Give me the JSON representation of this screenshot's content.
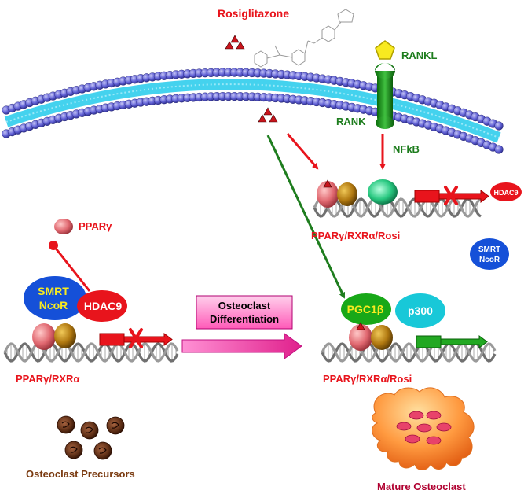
{
  "labels": {
    "rosiglitazone": "Rosiglitazone",
    "rankl": "RANKL",
    "rank": "RANK",
    "nfkb": "NFkB",
    "hdac9_small": "HDAC9",
    "smrt_ncor_small_1": "SMRT",
    "smrt_ncor_small_2": "NcoR",
    "ppar_top": "PPARγ/RXRα/Rosi",
    "ppar_gamma": "PPARγ",
    "smrt": "SMRT",
    "ncor": "NcoR",
    "hdac9": "HDAC9",
    "diff_1": "Osteoclast",
    "diff_2": "Differentiation",
    "pgc": "PGC1β",
    "p300": "p300",
    "ppar_left": "PPARγ/RXRα",
    "ppar_right": "PPARγ/RXRα/Rosi",
    "precursors": "Osteoclast Precursors",
    "mature": "Mature Osteoclast"
  },
  "colors": {
    "red": "#e8141c",
    "green": "#1e7d1e",
    "membrane_blue": "#5a5ad2",
    "membrane_cyan": "#44d2ee",
    "brown_text": "#7a3a10",
    "mature_text": "#b00030",
    "magenta": "#ff3fae"
  },
  "icons": [
    "rosiglitazone-structure-icon",
    "ligand-triangle-icon",
    "rankl-pentagon-icon",
    "dna-helix-icon",
    "repressed-gene-arrow-icon",
    "active-gene-arrow-icon",
    "osteoclast-cell-icon"
  ]
}
